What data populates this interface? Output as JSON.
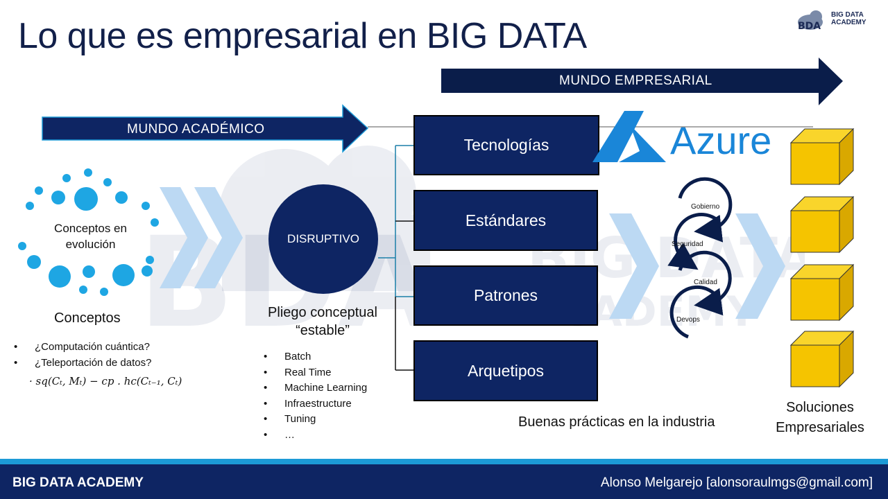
{
  "title": "Lo que es empresarial en BIG DATA",
  "logo": {
    "abbr": "BDA",
    "line1": "BIG DATA",
    "line2": "ACADEMY"
  },
  "arrows": {
    "academic": "MUNDO ACADÉMICO",
    "enterprise": "MUNDO EMPRESARIAL"
  },
  "concepts": {
    "cloud_label": "Conceptos en evolución",
    "heading": "Conceptos",
    "items": [
      "¿Computación cuántica?",
      "¿Teleportación de datos?"
    ],
    "formula": "· sq(Cₜ, Mₜ) − cp . hc(Cₜ₋₁, Cₜ)"
  },
  "disruptive": {
    "circle_label": "DISRUPTIVO",
    "caption": "Pliego conceptual “estable”",
    "items": [
      "Batch",
      "Real Time",
      "Machine Learning",
      "Infraestructure",
      "Tuning",
      "…"
    ]
  },
  "boxes": [
    "Tecnologías",
    "Estándares",
    "Patrones",
    "Arquetipos"
  ],
  "azure": {
    "brand": "Azure",
    "brand_color": "#1a86d8"
  },
  "cycle": {
    "labels": [
      "Gobierno",
      "Seguridad",
      "Calidad",
      "Devops"
    ],
    "caption": "Buenas prácticas en la industria"
  },
  "solutions": {
    "caption": "Soluciones Empresariales"
  },
  "footer": {
    "left": "BIG DATA ACADEMY",
    "right": "Alonso Melgarejo [alonsoraulmgs@gmail.com]"
  },
  "colors": {
    "navy": "#0e2563",
    "accent": "#1c9ad6",
    "cube": "#f5c400"
  }
}
